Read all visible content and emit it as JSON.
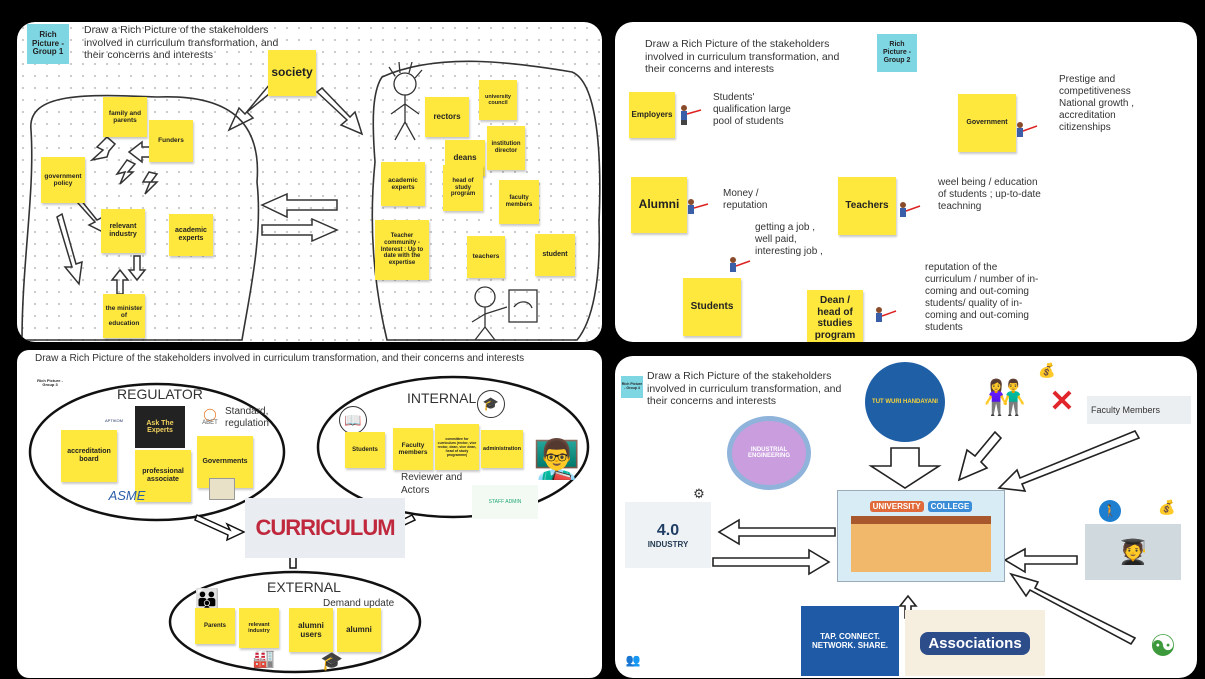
{
  "panel1": {
    "tag": "Rich Picture - Group 1",
    "title": "Draw a Rich Picture of the stakeholders involved in curriculum transformation, and their concerns and interests",
    "society": "society",
    "left_notes": {
      "family": "family and parents",
      "funders": "Funders",
      "gov_policy": "government policy",
      "relevant_industry": "relevant industry",
      "academic_experts": "academic experts",
      "minister": "the minister of education"
    },
    "right_notes": {
      "rectors": "rectors",
      "univ_council": "university council",
      "deans": "deans",
      "inst_director": "institution director",
      "academic_experts": "academic experts",
      "head_study": "head of study program",
      "faculty": "faculty members",
      "teacher_community": "Teacher community - Interest : Up to date with the expertise",
      "teachers": "teachers",
      "student": "student"
    }
  },
  "panel2": {
    "tag": "Rich Picture - Group 2",
    "title": "Draw a Rich Picture of the stakeholders involved in curriculum transformation, and their concerns and interests",
    "notes": {
      "employers": "Employers",
      "government": "Government",
      "alumni": "Alumni",
      "teachers": "Teachers",
      "students": "Students",
      "dean": "Dean / head of studies program"
    },
    "concerns": {
      "employers": "Students' qualification large pool of students",
      "government": "Prestige and competitiveness National growth , accreditation citizenships",
      "alumni": "Money / reputation",
      "teachers": "weel being / education of students ; up-to-date teachning",
      "students": "getting a job , well paid, interesting job ,",
      "dean": "reputation of the curriculum / number of in-coming and out-coming students/ quality of in-coming and out-coming students"
    }
  },
  "panel3": {
    "tag": "Rich Picture - Group 3",
    "title": "Draw a Rich Picture of the stakeholders involved in curriculum transformation, and their concerns and interests",
    "regulator": {
      "label": "REGULATOR",
      "standard": "Standard, regulation",
      "accreditation": "accreditation board",
      "professional": "professional associate",
      "governments": "Governments",
      "abet": "ABET",
      "asme": "ASME",
      "aptikom": "APTIKOM",
      "ask": "Ask The Experts"
    },
    "internal": {
      "label": "INTERNAL",
      "students": "Students",
      "faculty": "Faculty members",
      "committee": "committee for curriculum (rector, vice rector, dean, vice dean, head of study programme)",
      "administration": "administration",
      "reviewer": "Reviewer and Actors",
      "staff": "STAFF ADMIN"
    },
    "curriculum": "CURRICULUM",
    "external": {
      "label": "EXTERNAL",
      "demand": "Demand update",
      "parents": "Parents",
      "industry": "relevant industry",
      "alumni_users": "alumni users",
      "alumni": "alumni"
    }
  },
  "panel4": {
    "tag": "Rich Picture - Group 4",
    "title": "Draw a Rich Picture of the stakeholders involved in curriculum transformation, and their concerns and interests",
    "tut_wuri": "TUT WURI HANDAYANI",
    "faculty_members": "Faculty Members",
    "industry": "INDUSTRY",
    "industry_ver": "4.0",
    "university": "UNIVERSITY",
    "college": "COLLEGE",
    "associations": "Associations",
    "tap": "TAP. CONNECT. NETWORK. SHARE.",
    "industrial_eng": "INDUSTRIAL ENGINEERING"
  }
}
